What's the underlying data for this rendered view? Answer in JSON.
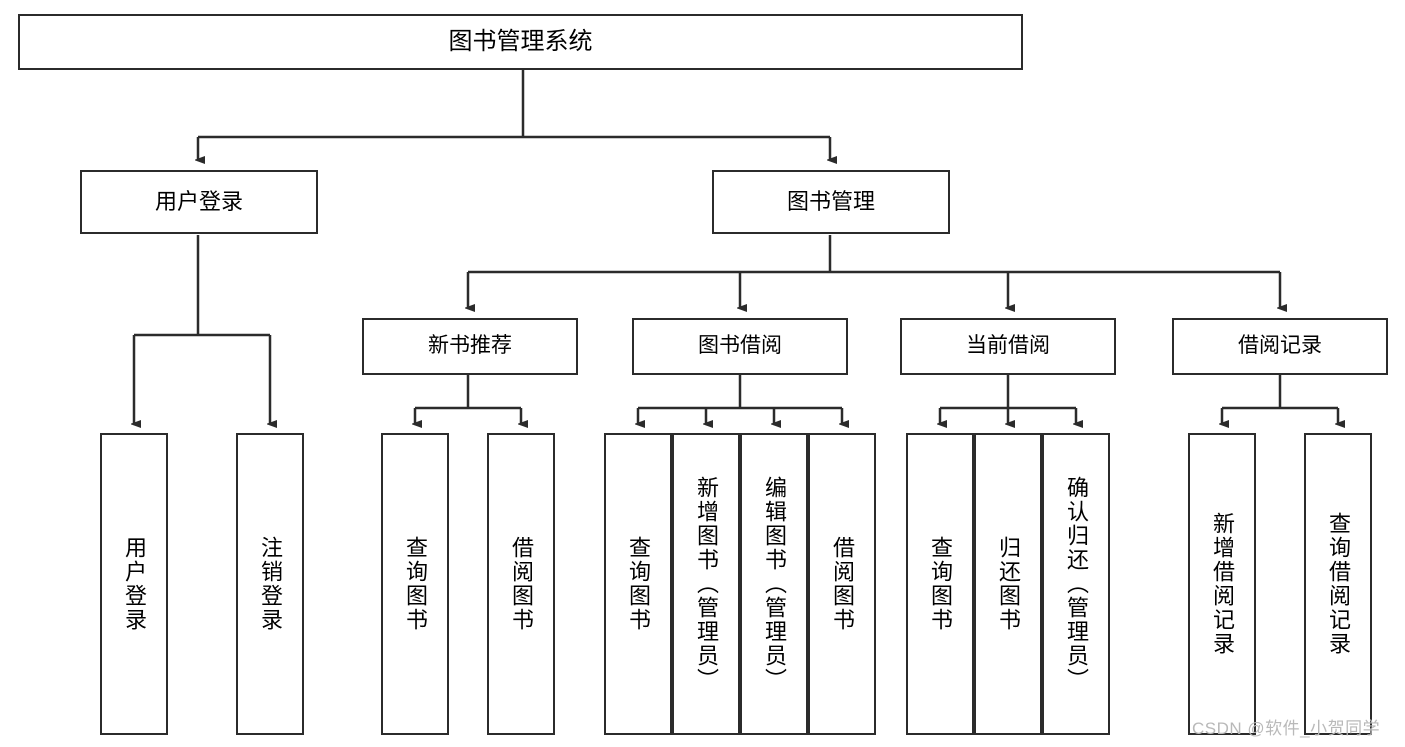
{
  "diagram": {
    "type": "tree-hierarchy",
    "title": "图书管理系统",
    "root": {
      "label": "图书管理系统"
    },
    "level1": [
      {
        "label": "用户登录"
      },
      {
        "label": "图书管理"
      }
    ],
    "level2": [
      {
        "label": "新书推荐"
      },
      {
        "label": "图书借阅"
      },
      {
        "label": "当前借阅"
      },
      {
        "label": "借阅记录"
      }
    ],
    "leaves": {
      "user_login": [
        {
          "label": "用户登录"
        },
        {
          "label": "注销登录"
        }
      ],
      "new_book_recommend": [
        {
          "label": "查询图书"
        },
        {
          "label": "借阅图书"
        }
      ],
      "book_borrow": [
        {
          "label": "查询图书"
        },
        {
          "label": "新增图书（管理员）"
        },
        {
          "label": "编辑图书（管理员）"
        },
        {
          "label": "借阅图书"
        }
      ],
      "current_borrow": [
        {
          "label": "查询图书"
        },
        {
          "label": "归还图书"
        },
        {
          "label": "确认归还（管理员）"
        }
      ],
      "borrow_record": [
        {
          "label": "新增借阅记录"
        },
        {
          "label": "查询借阅记录"
        }
      ]
    }
  },
  "watermark": {
    "text": "CSDN @软件_小贺同学"
  },
  "colors": {
    "stroke": "#2b2b2b",
    "background": "#ffffff",
    "text": "#000000",
    "watermark": "#b9b9b9"
  }
}
